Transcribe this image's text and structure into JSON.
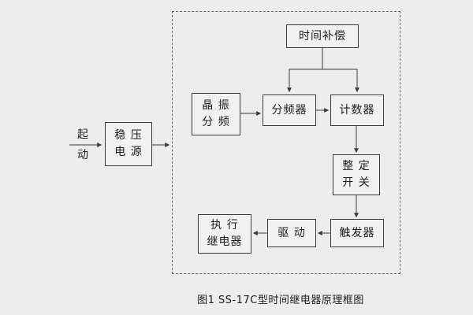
{
  "figure": {
    "caption": "图1 SS-17C型时间继电器原理框图"
  },
  "diagram": {
    "start": {
      "line1": "起",
      "line2": "动"
    },
    "power_supply": {
      "line1": "稳 压",
      "line2": "电 源"
    },
    "time_compensation": {
      "label": "时间补偿"
    },
    "crystal_divider": {
      "line1": "晶 振",
      "line2": "分 频"
    },
    "frequency_divider": {
      "label": "分频器"
    },
    "counter": {
      "label": "计数器"
    },
    "setting_switch": {
      "line1": "整 定",
      "line2": "开 关"
    },
    "trigger": {
      "label": "触发器"
    },
    "driver": {
      "label": "驱 动"
    },
    "execution_relay": {
      "line1": "执 行",
      "line2": "继电器"
    }
  },
  "colors": {
    "background": "#ededed",
    "node_fill": "#f1f1f1",
    "stroke": "#3a3a3a",
    "text": "#1c1c1c"
  }
}
